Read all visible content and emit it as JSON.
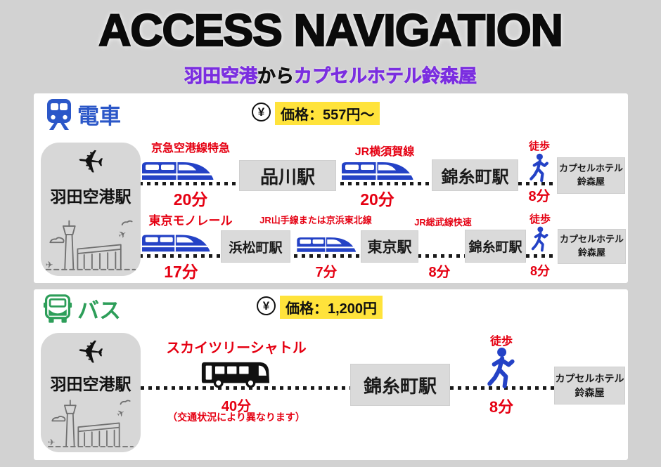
{
  "title": "ACCESS NAVIGATION",
  "subtitle": {
    "from": "羽田空港",
    "connector": "から",
    "to": "カプセルホテル鈴森屋"
  },
  "colors": {
    "page_bg": "#d2d2d2",
    "panel_bg": "#ffffff",
    "station_box_gray": "#dadada",
    "train_blue": "#2442c6",
    "train_label_blue": "#2b57c8",
    "bus_green": "#2d9e59",
    "route_red": "#e50012",
    "highlight_yellow": "#ffe33b",
    "subtitle_purple": "#7b2ee0"
  },
  "icons": {
    "yen": "¥",
    "airplane": "✈"
  },
  "train": {
    "label": "電車",
    "price": "価格：557円〜",
    "origin": "羽田空港駅",
    "route1": {
      "leg1": {
        "line": "京急空港線特急",
        "time": "20分"
      },
      "station1": "品川駅",
      "leg2": {
        "line": "JR横須賀線",
        "time": "20分"
      },
      "station2": "錦糸町駅",
      "walk": {
        "label": "徒歩",
        "time": "8分"
      },
      "hotel": {
        "line1": "カプセルホテル",
        "line2": "鈴森屋"
      }
    },
    "route2": {
      "leg1": {
        "line": "東京モノレール",
        "time": "17分"
      },
      "station1": "浜松町駅",
      "leg2": {
        "line": "JR山手線または京浜東北線",
        "time": "7分"
      },
      "station2": "東京駅",
      "leg3": {
        "line": "JR総武線快速",
        "time": "8分"
      },
      "station3": "錦糸町駅",
      "walk": {
        "label": "徒歩",
        "time": "8分"
      },
      "hotel": {
        "line1": "カプセルホテル",
        "line2": "鈴森屋"
      }
    }
  },
  "bus": {
    "label": "バス",
    "price": "価格：1,200円",
    "origin": "羽田空港駅",
    "leg": {
      "line": "スカイツリーシャトル",
      "time": "40分",
      "note": "（交通状況により異なります）"
    },
    "station": "錦糸町駅",
    "walk": {
      "label": "徒歩",
      "time": "8分"
    },
    "hotel": {
      "line1": "カプセルホテル",
      "line2": "鈴森屋"
    }
  }
}
